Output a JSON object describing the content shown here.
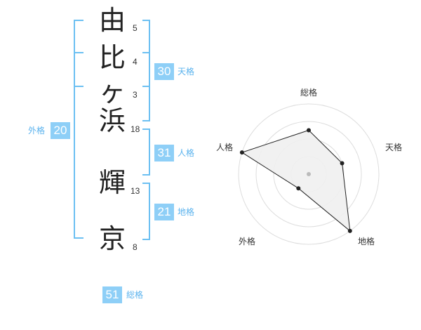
{
  "name": {
    "characters": [
      {
        "char": "由",
        "strokes": "5"
      },
      {
        "char": "比",
        "strokes": "4"
      },
      {
        "char": "ヶ",
        "strokes": "3"
      },
      {
        "char": "浜",
        "strokes": "18"
      },
      {
        "char": "輝",
        "strokes": "13"
      },
      {
        "char": "京",
        "strokes": "8"
      }
    ]
  },
  "fortune": {
    "tenkaku": {
      "value": "30",
      "label": "天格"
    },
    "jinkaku": {
      "value": "31",
      "label": "人格"
    },
    "chikaku": {
      "value": "21",
      "label": "地格"
    },
    "gaikaku": {
      "value": "20",
      "label": "外格"
    },
    "soukaku": {
      "value": "51",
      "label": "総格"
    }
  },
  "chart_data": {
    "type": "radar",
    "axes": [
      "総格",
      "天格",
      "地格",
      "外格",
      "人格"
    ],
    "values": [
      2.5,
      2,
      4,
      1,
      4
    ],
    "max": 4,
    "rings": 4,
    "colors": {
      "fill": "#efefef",
      "line": "#222222",
      "grid": "#dddddd",
      "center": "#bbbbbb"
    }
  },
  "colors": {
    "accent": "#8ecff7",
    "bracket": "#6cc0f2",
    "label": "#5bb3ee"
  }
}
